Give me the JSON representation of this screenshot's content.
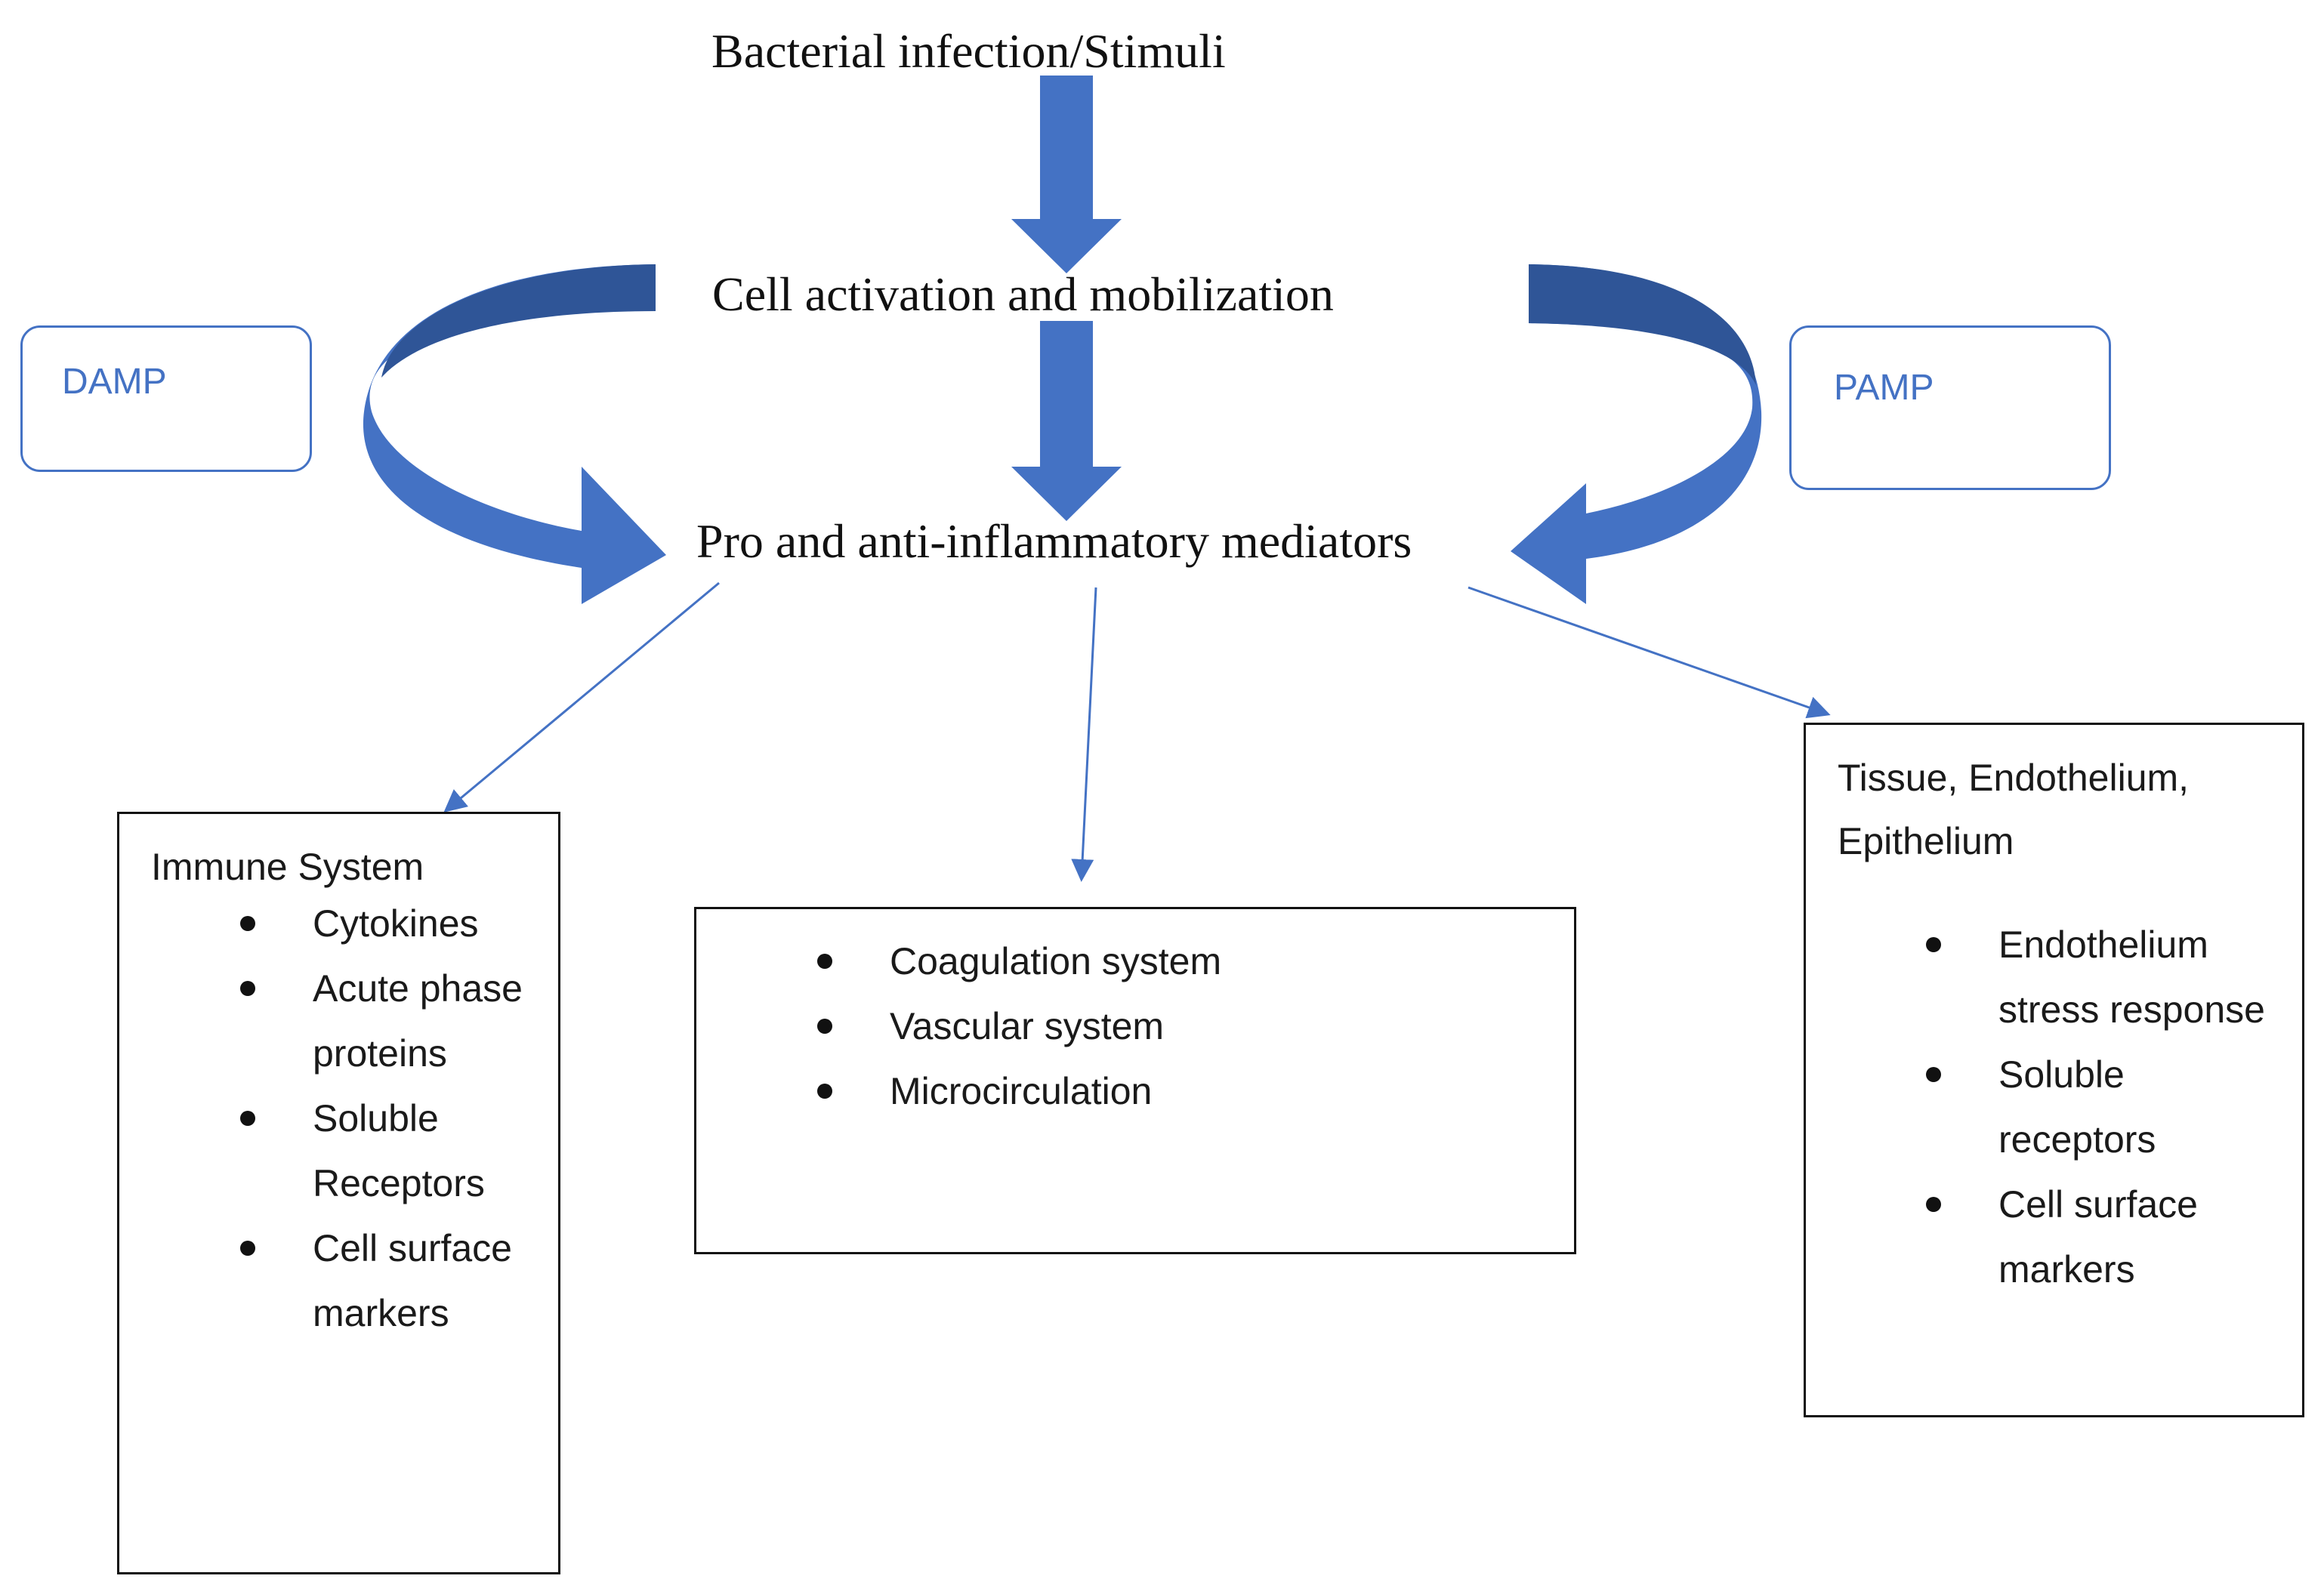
{
  "nodes": {
    "stimuli": "Bacterial infection/Stimuli",
    "activation": "Cell activation and mobilization",
    "mediators": "Pro and anti-inflammatory mediators",
    "damp": "DAMP",
    "pamp": "PAMP"
  },
  "boxes": {
    "immune": {
      "heading": "Immune System",
      "items": [
        "Cytokines",
        "Acute phase proteins",
        "Soluble Receptors",
        "Cell surface markers"
      ]
    },
    "vascular": {
      "items": [
        "Coagulation system",
        "Vascular system",
        "Microcirculation"
      ]
    },
    "tissue": {
      "heading": "Tissue, Endothelium, Epithelium",
      "items": [
        "Endothelium stress response",
        "Soluble receptors",
        "Cell surface markers"
      ]
    }
  },
  "colors": {
    "arrow_fill": "#4472c4",
    "arrow_dark": "#2f5597",
    "pattern_border": "#4472c4",
    "box_border": "#111111"
  }
}
